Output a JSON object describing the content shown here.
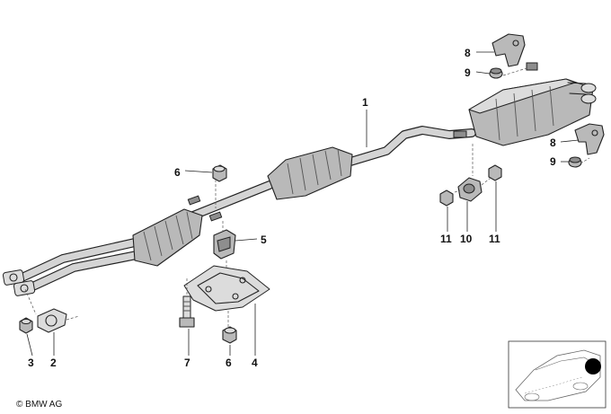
{
  "labels": {
    "p1": "1",
    "p2": "2",
    "p3": "3",
    "p4": "4",
    "p5": "5",
    "p6a": "6",
    "p6b": "6",
    "p7": "7",
    "p8a": "8",
    "p8b": "8",
    "p9a": "9",
    "p9b": "9",
    "p10": "10",
    "p11a": "11",
    "p11b": "11"
  },
  "copyright": "© BMW AG"
}
